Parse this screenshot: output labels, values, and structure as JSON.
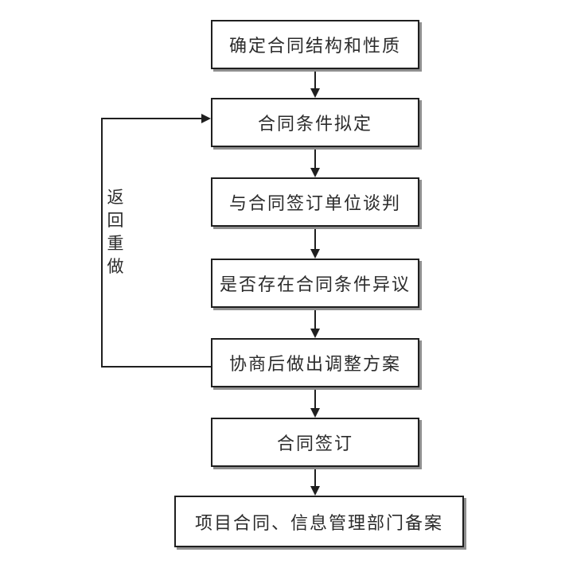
{
  "diagram": {
    "type": "flowchart",
    "nodes": [
      {
        "id": "n1",
        "label": "确定合同结构和性质"
      },
      {
        "id": "n2",
        "label": "合同条件拟定"
      },
      {
        "id": "n3",
        "label": "与合同签订单位谈判"
      },
      {
        "id": "n4",
        "label": "是否存在合同条件异议"
      },
      {
        "id": "n5",
        "label": "协商后做出调整方案"
      },
      {
        "id": "n6",
        "label": "合同签订"
      },
      {
        "id": "n7",
        "label": "项目合同、信息管理部门备案"
      }
    ],
    "edges": [
      {
        "from": "n1",
        "to": "n2",
        "label": ""
      },
      {
        "from": "n2",
        "to": "n3",
        "label": ""
      },
      {
        "from": "n3",
        "to": "n4",
        "label": ""
      },
      {
        "from": "n4",
        "to": "n5",
        "label": ""
      },
      {
        "from": "n5",
        "to": "n6",
        "label": ""
      },
      {
        "from": "n6",
        "to": "n7",
        "label": ""
      },
      {
        "from": "n5",
        "to": "n2",
        "label": "返回重做"
      }
    ],
    "feedback_label": "返回重做",
    "feedback_chars": [
      "返",
      "回",
      "重",
      "做"
    ],
    "colors": {
      "line": "#1f1f1f",
      "shadow": "#8f8f8f",
      "text": "#2b2b2b",
      "background": "#ffffff"
    }
  }
}
